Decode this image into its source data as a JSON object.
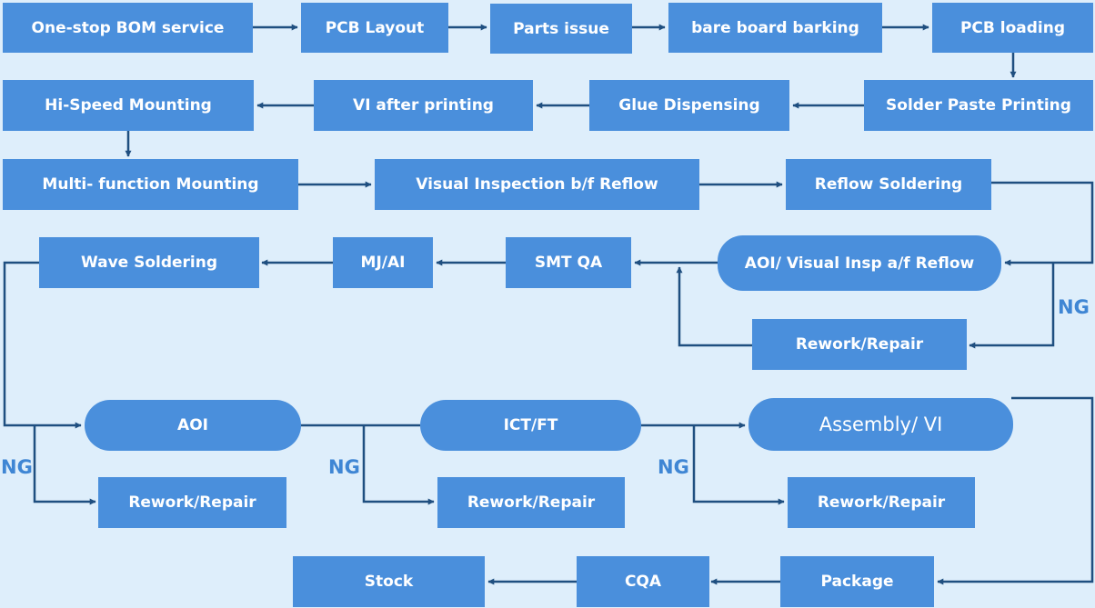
{
  "steps": {
    "bom": "One-stop BOM service",
    "pcb_layout": "PCB Layout",
    "parts_issue": "Parts issue",
    "bare_board": "bare board barking",
    "pcb_loading": "PCB loading",
    "hi_speed": "Hi-Speed Mounting",
    "vi_after_printing": "VI after printing",
    "glue": "Glue Dispensing",
    "solder_paste": "Solder Paste Printing",
    "multi_function": "Multi- function Mounting",
    "visual_before_reflow": "Visual Inspection b/f Reflow",
    "reflow": "Reflow Soldering",
    "wave": "Wave Soldering",
    "mjai": "MJ/AI",
    "smt_qa": "SMT QA",
    "aoi_visual": "AOI/ Visual Insp a/f Reflow",
    "rework_1": "Rework/Repair",
    "aoi": "AOI",
    "ict_ft": "ICT/FT",
    "assembly_vi": "Assembly/ VI",
    "rework_aoi": "Rework/Repair",
    "rework_ict": "Rework/Repair",
    "rework_assembly": "Rework/Repair",
    "stock": "Stock",
    "cqa": "CQA",
    "package": "Package"
  },
  "ng_labels": {
    "aoi_visual": "NG",
    "aoi": "NG",
    "ict_ft": "NG",
    "assembly": "NG"
  },
  "colors": {
    "background": "#deeefb",
    "box_fill": "#4a8fdc",
    "box_text": "#ffffff",
    "connector": "#1f4f80",
    "ng_text": "#3f86d4"
  }
}
